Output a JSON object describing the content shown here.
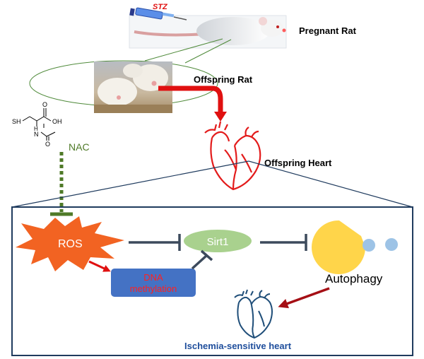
{
  "labels": {
    "stz": "STZ",
    "pregnant_rat": "Pregnant Rat",
    "offspring_rat": "Offspring Rat",
    "offspring_heart": "Offspring Heart",
    "nac": "NAC",
    "ros": "ROS",
    "sirt1": "Sirt1",
    "dna_line1": "DNA",
    "dna_line2": "methylation",
    "autophagy": "Autophagy",
    "ischemia_heart": "Ischemia-sensitive heart"
  },
  "molecule": {
    "sh": "SH",
    "oh": "OH",
    "o_top": "O",
    "n": "N",
    "h": "H",
    "o_bottom": "O"
  },
  "icons": {
    "syringe": "syringe-icon",
    "rat": "rat-icon",
    "heart": "heart-icon",
    "pacman": "autophagy-pacman-icon"
  },
  "colors": {
    "border": "#1f3b5e",
    "inhibition": "#3c4a5c",
    "red_arrow": "#e01010",
    "dark_red_arrow": "#a50f15",
    "ros_fill": "#f26322",
    "sirt1_fill": "#a9d18e",
    "dna_fill": "#4472c4",
    "dna_text": "#ff2020",
    "nac_green": "#4f7a28",
    "pacman_fill": "#ffd54a",
    "dots_fill": "#9dc3e6",
    "heart_red": "#e31b1b",
    "heart_blue": "#1f4e79",
    "ischemia_text": "#1f4e9c"
  }
}
